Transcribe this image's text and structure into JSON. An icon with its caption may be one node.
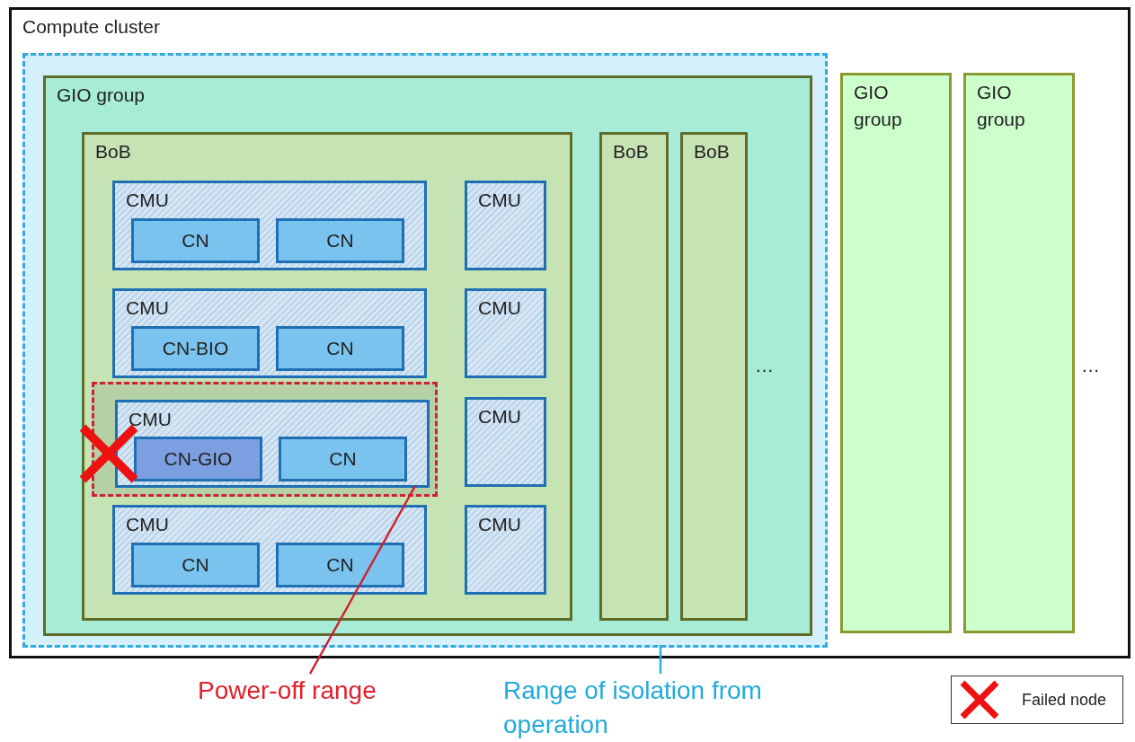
{
  "diagram": {
    "nodes": [
      {
        "text": [
          "Compute cluster"
        ]
      },
      {
        "text": [],
        "shape": "box",
        "in": 0
      },
      {
        "text": [
          "GIO group"
        ],
        "in": 1
      },
      {
        "text": [
          "BoB"
        ],
        "in": 2
      },
      {
        "text": [
          "CMU"
        ],
        "in": 3
      },
      {
        "text": [
          "CN"
        ],
        "in": 4
      },
      {
        "text": [
          "CN"
        ],
        "in": 4
      },
      {
        "text": [
          "CMU"
        ],
        "in": 3
      },
      {
        "text": [
          "CN-BIO"
        ],
        "in": 7
      },
      {
        "text": [
          "CN"
        ],
        "in": 7
      },
      {
        "text": [],
        "shape": "box",
        "in": 3
      },
      {
        "text": [
          "CMU"
        ],
        "in": 10
      },
      {
        "text": [
          "CN-GIO"
        ],
        "in": 11
      },
      {
        "text": [
          "CN"
        ],
        "in": 11
      },
      {
        "text": [
          "CMU"
        ],
        "in": 3
      },
      {
        "text": [
          "CN"
        ],
        "in": 14
      },
      {
        "text": [
          "CN"
        ],
        "in": 14
      },
      {
        "text": [
          "CMU"
        ],
        "in": 3
      },
      {
        "text": [
          "CMU"
        ],
        "in": 3
      },
      {
        "text": [
          "CMU"
        ],
        "in": 3
      },
      {
        "text": [
          "CMU"
        ],
        "in": 3
      },
      {
        "text": [
          "BoB"
        ],
        "in": 2
      },
      {
        "text": [
          "BoB"
        ],
        "in": 2
      },
      {
        "text": [
          "GIO group"
        ],
        "in": 0
      },
      {
        "text": [
          "GIO group"
        ],
        "in": 0
      },
      {
        "text": [
          "Power-off range"
        ]
      },
      {
        "text": [
          "Range of isolation from operation"
        ]
      }
    ],
    "edges": [
      {
        "from": 25,
        "to": 10,
        "arrow": "none",
        "color": "#cc2233"
      },
      {
        "from": 26,
        "to": 1,
        "arrow": "none",
        "color": "#33aadd"
      }
    ],
    "labels": [
      "…",
      "…"
    ],
    "legend": [
      {
        "text": "Failed node"
      }
    ]
  }
}
